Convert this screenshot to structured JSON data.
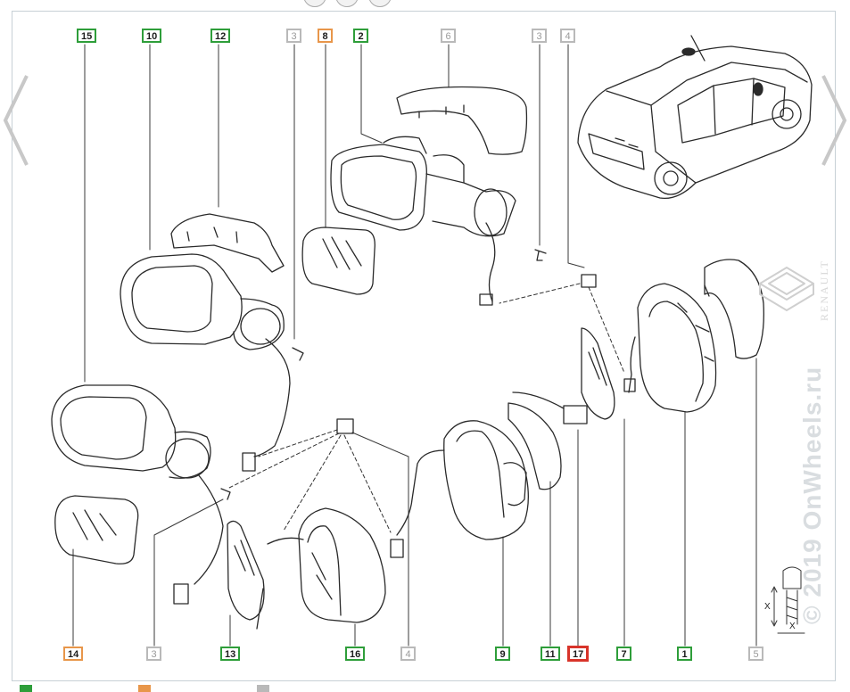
{
  "brand_text": "RENAULT",
  "watermark_text": "© 2019 OnWheels.ru",
  "dimension_label": "X",
  "colors": {
    "available": "#2e9e3a",
    "optional": "#e8964a",
    "unavailable": "#b9b9b9",
    "selected": "#d8342a"
  },
  "top_callouts": [
    {
      "label": "15",
      "status": "green"
    },
    {
      "label": "10",
      "status": "green"
    },
    {
      "label": "12",
      "status": "green"
    },
    {
      "label": "3",
      "status": "gray"
    },
    {
      "label": "8",
      "status": "orange"
    },
    {
      "label": "2",
      "status": "green"
    },
    {
      "label": "6",
      "status": "gray"
    },
    {
      "label": "3",
      "status": "gray"
    },
    {
      "label": "4",
      "status": "gray"
    }
  ],
  "bottom_callouts": [
    {
      "label": "14",
      "status": "orange"
    },
    {
      "label": "3",
      "status": "gray"
    },
    {
      "label": "13",
      "status": "green"
    },
    {
      "label": "16",
      "status": "green"
    },
    {
      "label": "4",
      "status": "gray"
    },
    {
      "label": "9",
      "status": "green"
    },
    {
      "label": "11",
      "status": "green"
    },
    {
      "label": "17",
      "status": "red"
    },
    {
      "label": "7",
      "status": "green"
    },
    {
      "label": "1",
      "status": "green"
    },
    {
      "label": "5",
      "status": "gray"
    }
  ]
}
